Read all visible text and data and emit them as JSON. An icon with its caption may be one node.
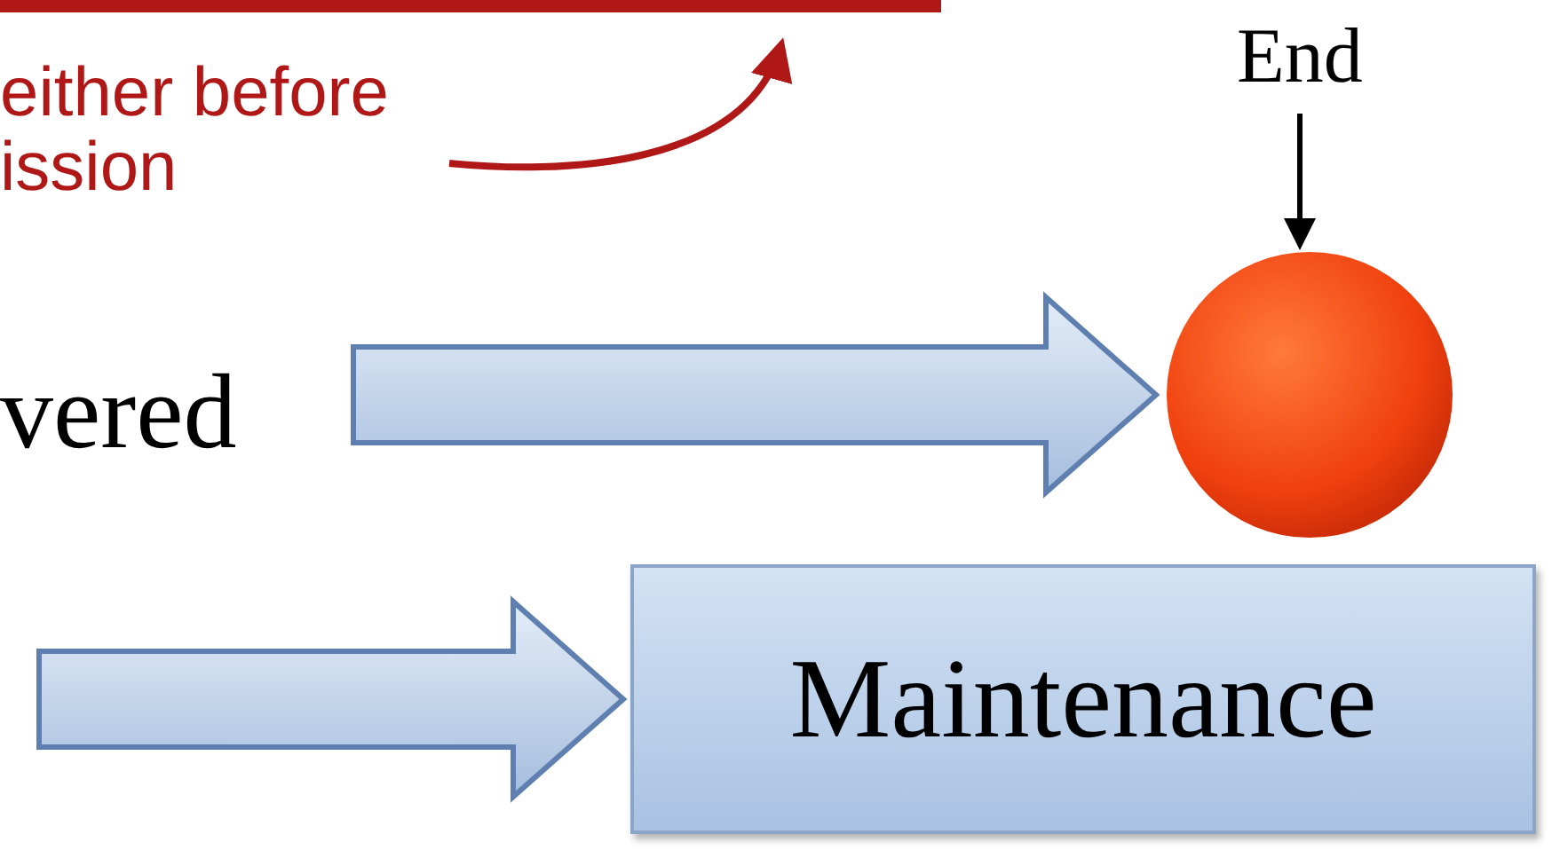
{
  "diagram": {
    "nodes": [
      {
        "text": [
          "either before ission"
        ]
      },
      {
        "text": [],
        "shape": "bar"
      },
      {
        "text": [
          "End"
        ]
      },
      {
        "text": [],
        "shape": "circle"
      },
      {
        "text": [
          "vered"
        ]
      },
      {
        "text": [
          "Maintenance"
        ]
      }
    ],
    "edges": [
      {
        "from": 0,
        "to": 1,
        "arrow": "to",
        "color": "#b01818"
      },
      {
        "from": 2,
        "to": 3,
        "arrow": "to",
        "color": "#000000"
      },
      {
        "from": 4,
        "to": 3,
        "arrow": "to",
        "style": "thick"
      },
      {
        "from": null,
        "to": 5,
        "arrow": "to",
        "style": "thick"
      }
    ]
  }
}
